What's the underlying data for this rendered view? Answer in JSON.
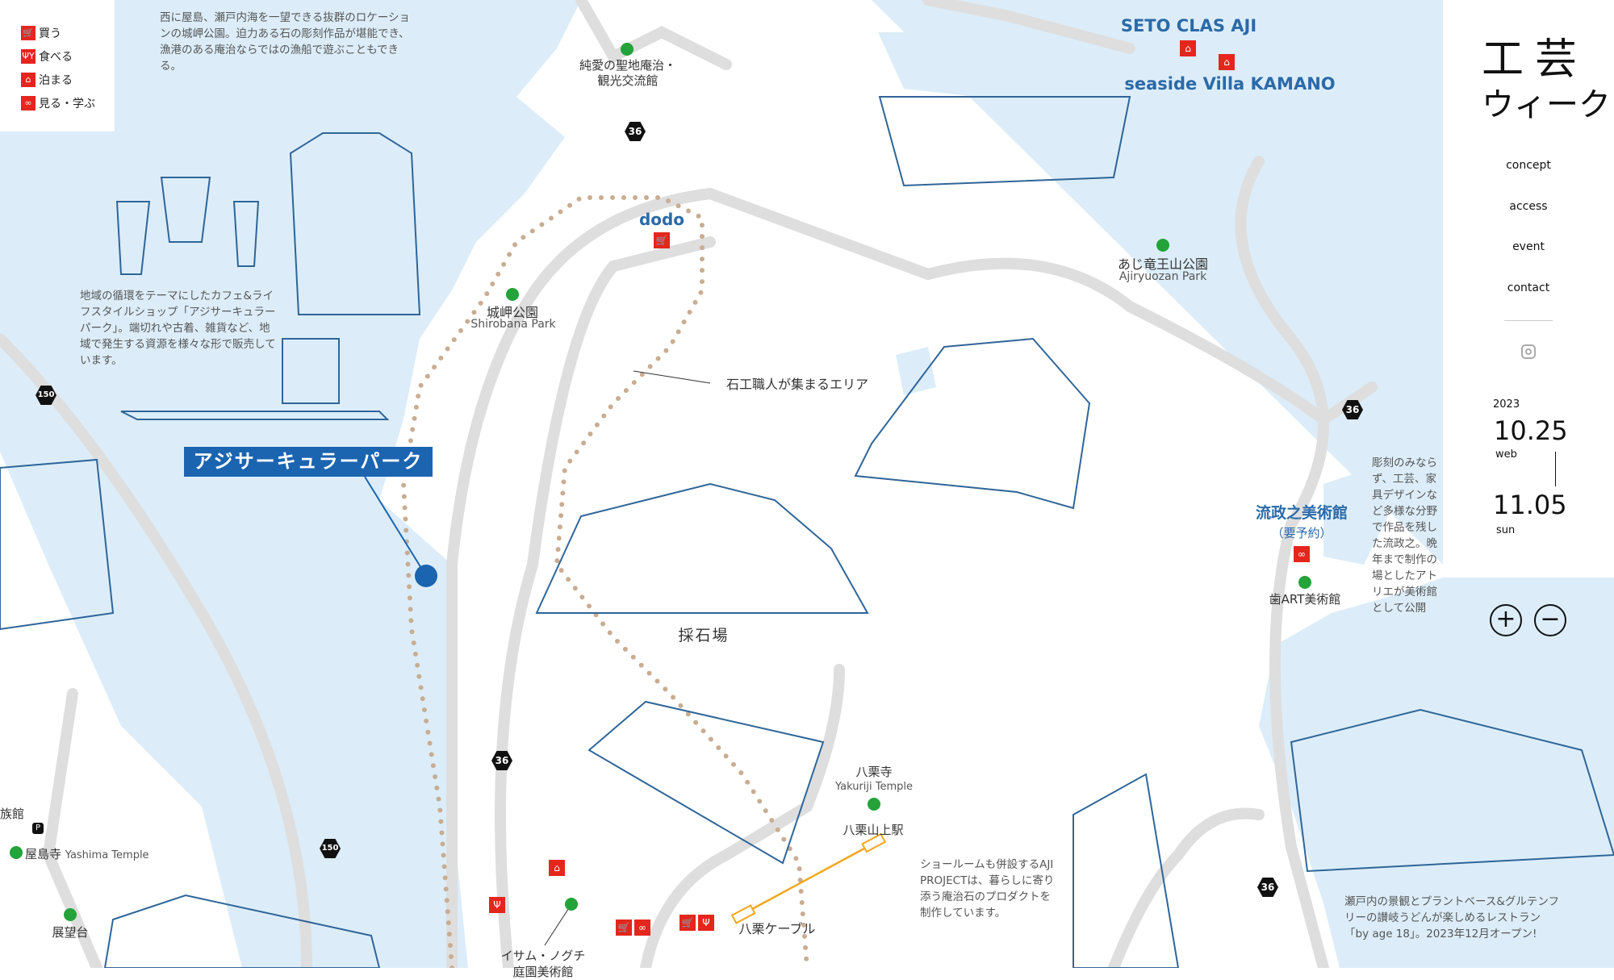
{
  "legend": [
    {
      "icon": "cart-icon",
      "glyph": "🛒",
      "label": "買う"
    },
    {
      "icon": "fork-knife-icon",
      "glyph": "ΨΥ",
      "label": "食べる"
    },
    {
      "icon": "bed-icon",
      "glyph": "⌂",
      "label": "泊まる"
    },
    {
      "icon": "eyes-icon",
      "glyph": "∞",
      "label": "見る・学ぶ"
    }
  ],
  "panel": {
    "logo_line1": "工芸",
    "logo_line2": "ウィーク",
    "nav": [
      "concept",
      "access",
      "event",
      "contact"
    ],
    "instagram_icon": "instagram-icon",
    "year": "2023",
    "start_date": "10.25",
    "start_day": "web",
    "end_date": "11.05",
    "end_day": "sun",
    "zoom_in": "+",
    "zoom_out": "−"
  },
  "descriptions": {
    "shirobana": "西に屋島、瀬戸内海を一望できる抜群のロケーションの城岬公園。迫力ある石の彫刻作品が堪能でき、漁港のある庵治ならではの漁船で遊ぶこともできる。",
    "aji_circular": "地域の循環をテーマにしたカフェ&ライフスタイルショップ「アジサーキュラーパーク」。端切れや古着、雑貨など、地域で発生する資源を様々な形で販売しています。",
    "nagare": "彫刻のみならず、工芸、家具デザインなど多様な分野で作品を残した流政之。晩年まで制作の場としたアトリエが美術館として公開",
    "aji_project": "ショールームも併設するAJI PROJECTは、暮らしに寄り添う庵治石のプロダクトを制作しています。",
    "by_age_18": "瀬戸内の景観とプラントベース&グルテンフリーの讃岐うどんが楽しめるレストラン「by age 18」。2023年12月オープン!"
  },
  "places": {
    "kankou": [
      "純愛の聖地庵治・",
      "観光交流館"
    ],
    "dodo": "dodo",
    "shirobana": "城岬公園",
    "shirobana_en": "Shirobana Park",
    "ishiku": "石工職人が集まるエリア",
    "aji_circular": "アジサーキュラーパーク",
    "saisekiba": "採石場",
    "seto": "SETO CLAS AJI",
    "kamano": "seaside Villa KAMANO",
    "ajiryuo": "あじ竜王山公園",
    "ajiryuo_en": "Ajiryuozan Park",
    "nagare": "流政之美術館",
    "nagare_note": "（要予約）",
    "ha_art": "歯ART美術館",
    "yakuriji": "八栗寺",
    "yakuriji_en": "Yakuriji Temple",
    "sanjo": "八栗山上駅",
    "cable": "八栗ケーブル",
    "yashima": "屋島寺",
    "yashima_en": "Yashima Temple",
    "zokukan": "族館",
    "parking": "P",
    "tenbodai": "展望台",
    "noguchi": [
      "イサム・ノグチ",
      "庭園美術館"
    ]
  },
  "routes": {
    "r36": "36",
    "r150": "150"
  },
  "colors": {
    "water": "#dcedf9",
    "road": "#dedede",
    "route": "#c8ad92",
    "accent": "#1b64b0",
    "marker": "#e4261d",
    "park": "#23a33a",
    "cable": "#f2a71b"
  }
}
